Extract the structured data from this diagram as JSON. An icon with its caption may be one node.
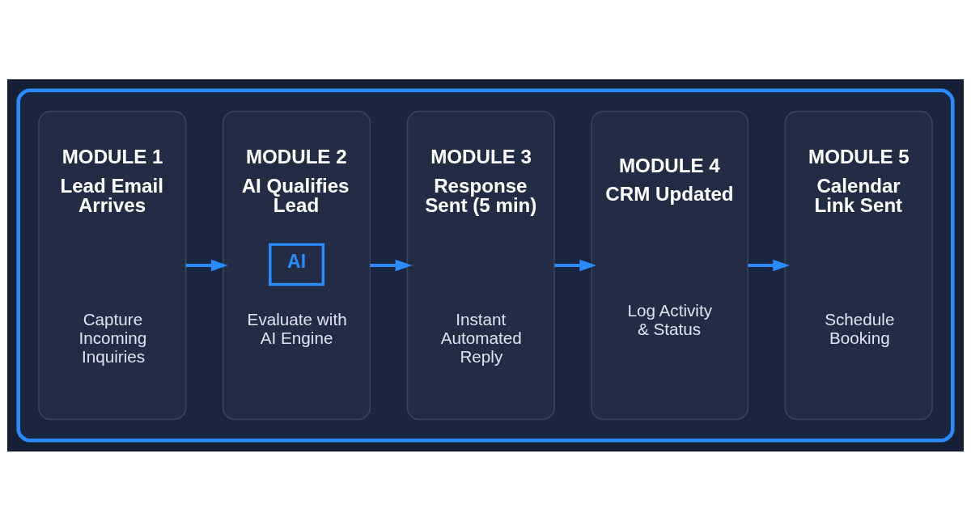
{
  "diagram": {
    "nodes": [
      {
        "text": [],
        "shape": "box"
      },
      {
        "text": [
          "MODULE 1",
          "Lead Email Arrives",
          "Capture Incoming Inquiries"
        ],
        "in": 0
      },
      {
        "text": [
          "MODULE 2",
          "AI Qualifies Lead",
          "AI",
          "Evaluate with AI Engine"
        ],
        "in": 0
      },
      {
        "text": [
          "MODULE 3",
          "Response Sent (5 min)",
          "Instant Automated Reply"
        ],
        "in": 0
      },
      {
        "text": [
          "MODULE 4",
          "CRM Updated",
          "Log Activity & Status"
        ],
        "in": 0
      },
      {
        "text": [
          "MODULE 5",
          "Calendar Link Sent",
          "Schedule Booking"
        ],
        "in": 0
      }
    ],
    "edges": [
      {
        "from": 1,
        "to": 2,
        "arrow": "to"
      },
      {
        "from": 2,
        "to": 3,
        "arrow": "to"
      },
      {
        "from": 3,
        "to": 4,
        "arrow": "to"
      },
      {
        "from": 4,
        "to": 5,
        "arrow": "to"
      }
    ]
  }
}
